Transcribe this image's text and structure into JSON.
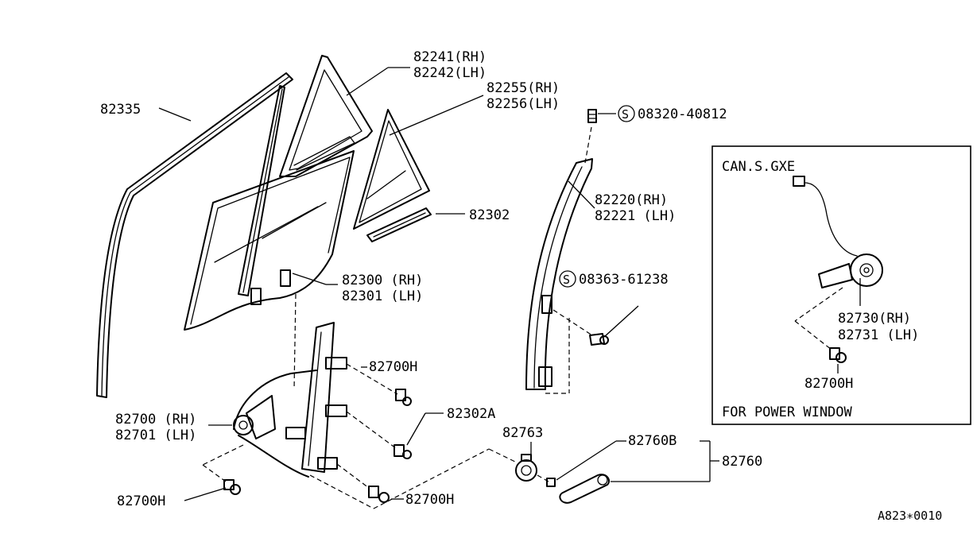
{
  "labels": {
    "p82335": "82335",
    "p82241": "82241(RH)",
    "p82242": "82242(LH)",
    "p82255": "82255(RH)",
    "p82256": "82256(LH)",
    "s0832040812": "08320-40812",
    "p82302": "82302",
    "p82220": "82220(RH)",
    "p82221": "82221 (LH)",
    "s0836361238": "08363-61238",
    "p82300": "82300 (RH)",
    "p82301": "82301 (LH)",
    "p82700h_a": "82700H",
    "p82302a": "82302A",
    "p82700": "82700 (RH)",
    "p82701": "82701 (LH)",
    "p82763": "82763",
    "p82760b": "82760B",
    "p82760": "82760",
    "p82700h_b": "82700H",
    "p82700h_c": "82700H",
    "s_marker": "S",
    "inset_title": "CAN.S.GXE",
    "p82730": "82730(RH)",
    "p82731": "82731 (LH)",
    "p82700h_inset": "82700H",
    "inset_footer": "FOR POWER WINDOW",
    "diagram_code": "A823∗0010"
  }
}
